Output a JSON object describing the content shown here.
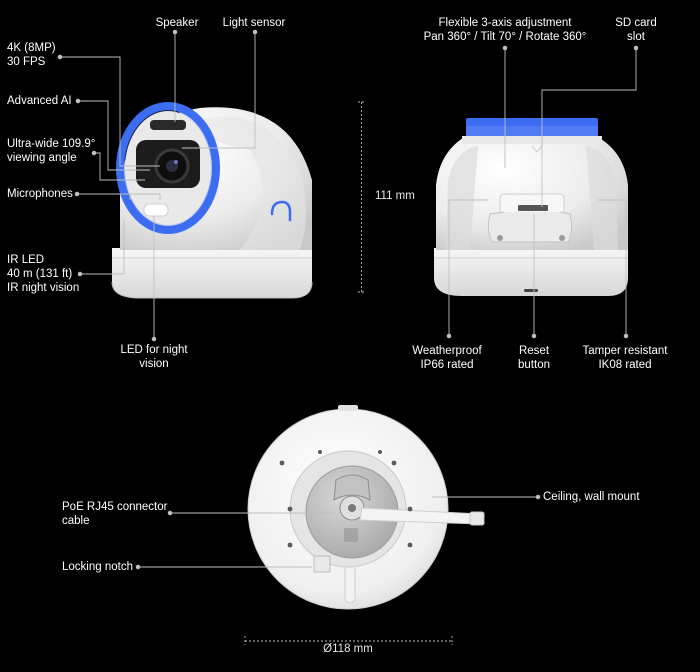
{
  "front_view": {
    "speaker": "Speaker",
    "light_sensor": "Light sensor",
    "resolution": [
      "4K (8MP)",
      "30 FPS"
    ],
    "advanced_ai": "Advanced AI",
    "viewing_angle": [
      "Ultra-wide 109.9°",
      "viewing angle"
    ],
    "microphones": "Microphones",
    "ir_led": [
      "IR LED",
      "40 m (131 ft)",
      "IR night vision"
    ],
    "night_led": [
      "LED for night",
      "vision"
    ],
    "height": "111 mm"
  },
  "back_view": {
    "adjustment": [
      "Flexible 3-axis adjustment",
      "Pan 360° / Tilt 70° / Rotate 360°"
    ],
    "sd_slot": [
      "SD card",
      "slot"
    ],
    "weatherproof": [
      "Weatherproof",
      "IP66 rated"
    ],
    "reset": [
      "Reset",
      "button"
    ],
    "tamper": [
      "Tamper resistant",
      "IK08 rated"
    ]
  },
  "bottom_view": {
    "poe": [
      "PoE RJ45 connector",
      "cable"
    ],
    "locking_notch": "Locking notch",
    "mount": "Ceiling, wall mount",
    "diameter": "Ø118 mm"
  },
  "colors": {
    "background": "#000000",
    "body": "#f2f2f2",
    "ring": "#3b6cf2",
    "line": "#bfbfbf"
  }
}
